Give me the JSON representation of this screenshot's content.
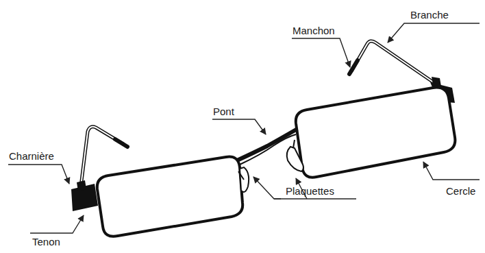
{
  "diagram": {
    "labels": [
      "Branche",
      "Manchon",
      "Pont",
      "Charnière",
      "Plaquettes",
      "Cercle",
      "Tenon"
    ]
  }
}
